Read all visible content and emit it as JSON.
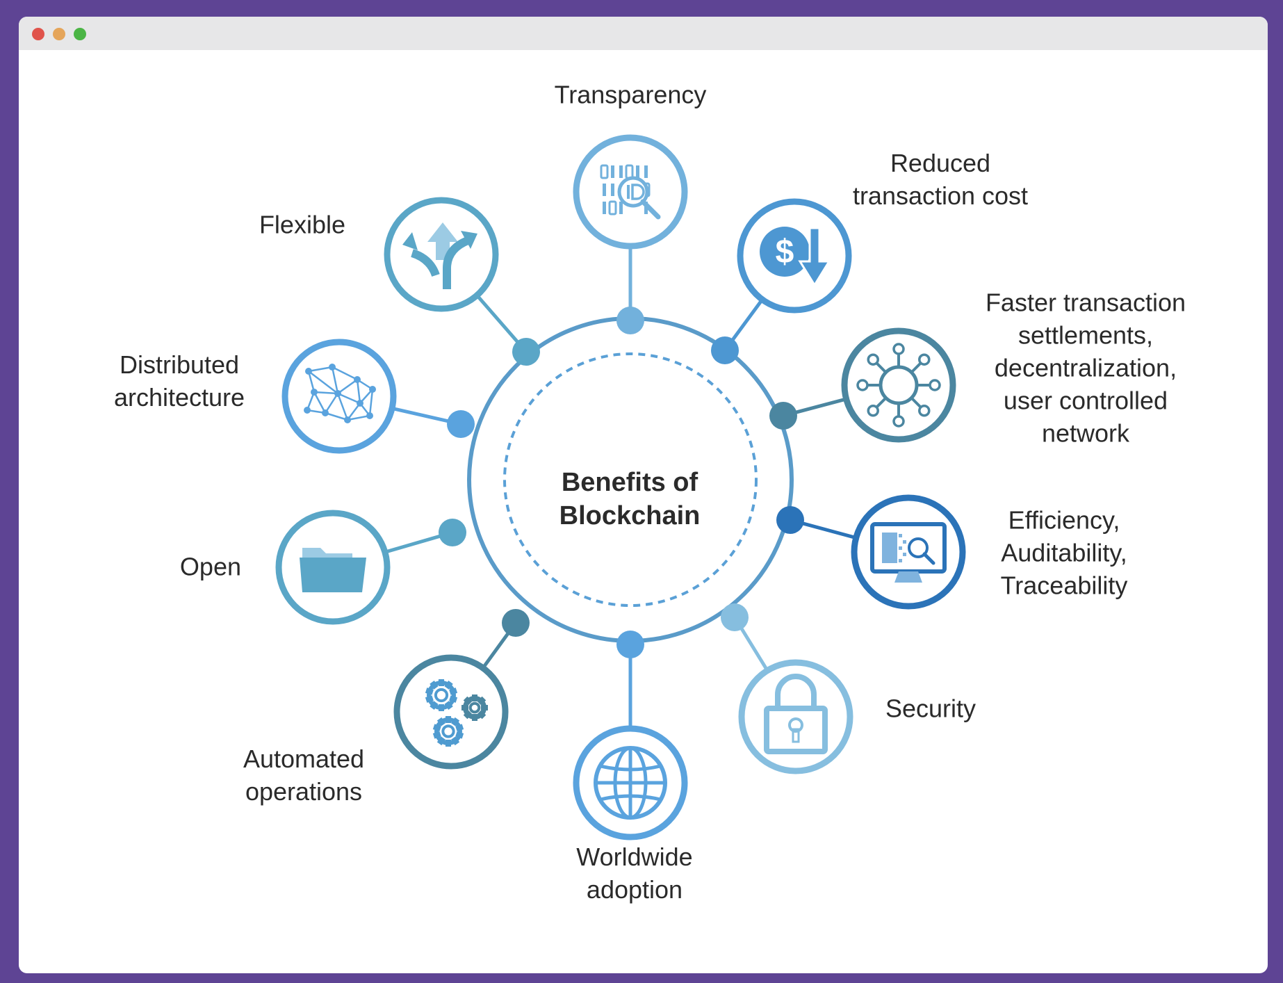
{
  "window": {
    "buttons": [
      "close",
      "minimize",
      "zoom"
    ]
  },
  "diagram": {
    "center_title": "Benefits of\nBlockchain",
    "colors": {
      "ring": "#5a9bc9",
      "dashed": "#5aa0d6",
      "light": "#72b1dc",
      "mid": "#4d97d2",
      "teal": "#4b86a0",
      "dark": "#2b73b8",
      "sky": "#86bedf"
    },
    "benefits": [
      {
        "id": "transparency",
        "label": "Transparency",
        "icon": "id-search-icon",
        "color": "#72b1dc"
      },
      {
        "id": "reduced-cost",
        "label": "Reduced\ntransaction cost",
        "icon": "dollar-down-icon",
        "color": "#4d97d2"
      },
      {
        "id": "faster-settlements",
        "label": "Faster transaction\nsettlements,\ndecentralization,\nuser controlled\nnetwork",
        "icon": "network-hub-icon",
        "color": "#4b86a0"
      },
      {
        "id": "efficiency",
        "label": "Efficiency,\nAuditability,\nTraceability",
        "icon": "monitor-search-icon",
        "color": "#2b73b8"
      },
      {
        "id": "security",
        "label": "Security",
        "icon": "padlock-icon",
        "color": "#86bedf"
      },
      {
        "id": "worldwide",
        "label": "Worldwide\nadoption",
        "icon": "globe-icon",
        "color": "#5aa3de"
      },
      {
        "id": "automated",
        "label": "Automated\noperations",
        "icon": "gears-icon",
        "color": "#4b86a0"
      },
      {
        "id": "open",
        "label": "Open",
        "icon": "folder-icon",
        "color": "#5aa6c7"
      },
      {
        "id": "distributed",
        "label": "Distributed\narchitecture",
        "icon": "mesh-network-icon",
        "color": "#5aa3de"
      },
      {
        "id": "flexible",
        "label": "Flexible",
        "icon": "split-arrows-icon",
        "color": "#5aa6c7"
      }
    ]
  }
}
